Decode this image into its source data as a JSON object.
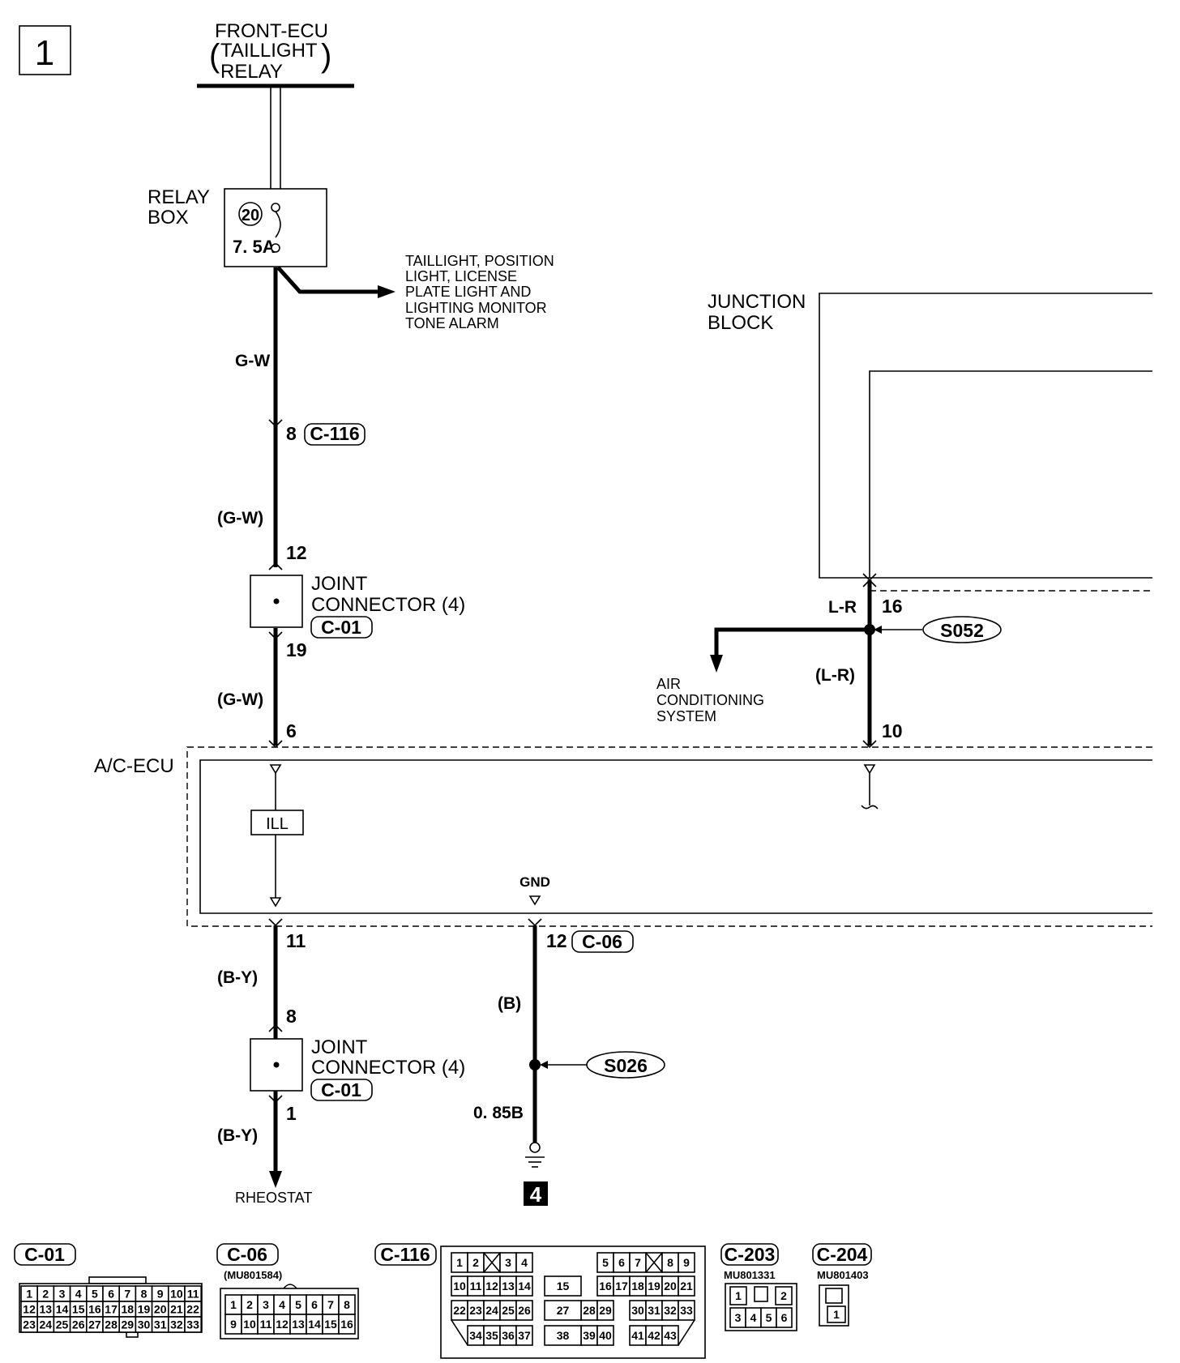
{
  "page_marker": "1",
  "ground_marker": "4",
  "front_ecu": {
    "line1": "FRONT-ECU",
    "line2": "TAILLIGHT",
    "line3": "RELAY"
  },
  "relay_box": {
    "line1": "RELAY",
    "line2": "BOX",
    "fuse_number": "20",
    "fuse_rating": "7. 5A"
  },
  "taillight_branch": {
    "line1": "TAILLIGHT, POSITION",
    "line2": "LIGHT, LICENSE",
    "line3": "PLATE LIGHT AND",
    "line4": "LIGHTING MONITOR",
    "line5": "TONE ALARM"
  },
  "junction_block": {
    "line1": "JUNCTION",
    "line2": "BLOCK"
  },
  "wires": {
    "gw_1": "G-W",
    "gw_2": "(G-W)",
    "gw_3": "(G-W)",
    "lr_1": "L-R",
    "lr_2": "(L-R)",
    "by_1": "(B-Y)",
    "by_2": "(B-Y)",
    "b_1": "(B)",
    "b_2": "0. 85B"
  },
  "pins": {
    "c116_pin": "8",
    "jc1_in": "12",
    "jc1_out": "19",
    "ecu_in": "6",
    "lr_pin": "16",
    "ecu_lr_in": "10",
    "ecu_out": "11",
    "jc2_in": "8",
    "jc2_out": "1",
    "gnd_pin": "12"
  },
  "connector_refs": {
    "c116": "C-116",
    "c01_a": "C-01",
    "c01_b": "C-01",
    "c06": "C-06"
  },
  "joint_connector": {
    "line1": "JOINT",
    "line2": "CONNECTOR (4)"
  },
  "splices": {
    "s052": "S052",
    "s026": "S026"
  },
  "air_conditioning": {
    "line1": "AIR",
    "line2": "CONDITIONING",
    "line3": "SYSTEM"
  },
  "ac_ecu": {
    "label": "A/C-ECU",
    "ill": "ILL",
    "gnd": "GND"
  },
  "rheostat": "RHEOSTAT",
  "connectors_legend": {
    "c01": {
      "title": "C-01",
      "rows": [
        [
          "1",
          "2",
          "3",
          "4",
          "5",
          "6",
          "7",
          "8",
          "9",
          "10",
          "11"
        ],
        [
          "12",
          "13",
          "14",
          "15",
          "16",
          "17",
          "18",
          "19",
          "20",
          "21",
          "22"
        ],
        [
          "23",
          "24",
          "25",
          "26",
          "27",
          "28",
          "29",
          "30",
          "31",
          "32",
          "33"
        ]
      ]
    },
    "c06": {
      "title": "C-06",
      "part": "(MU801584)",
      "rows": [
        [
          "1",
          "2",
          "3",
          "4",
          "5",
          "6",
          "7",
          "8"
        ],
        [
          "9",
          "10",
          "11",
          "12",
          "13",
          "14",
          "15",
          "16"
        ]
      ]
    },
    "c116": {
      "title": "C-116",
      "cells": [
        "1",
        "2",
        "3",
        "4",
        "5",
        "6",
        "7",
        "8",
        "9",
        "10",
        "11",
        "12",
        "13",
        "14",
        "15",
        "16",
        "17",
        "18",
        "19",
        "20",
        "21",
        "22",
        "23",
        "24",
        "25",
        "26",
        "27",
        "28",
        "29",
        "30",
        "31",
        "32",
        "33",
        "34",
        "35",
        "36",
        "37",
        "38",
        "39",
        "40",
        "41",
        "42",
        "43"
      ]
    },
    "c203": {
      "title": "C-203",
      "part": "MU801331",
      "cells": [
        "1",
        "2",
        "3",
        "4",
        "5",
        "6"
      ]
    },
    "c204": {
      "title": "C-204",
      "part": "MU801403",
      "cells": [
        "1"
      ]
    }
  }
}
